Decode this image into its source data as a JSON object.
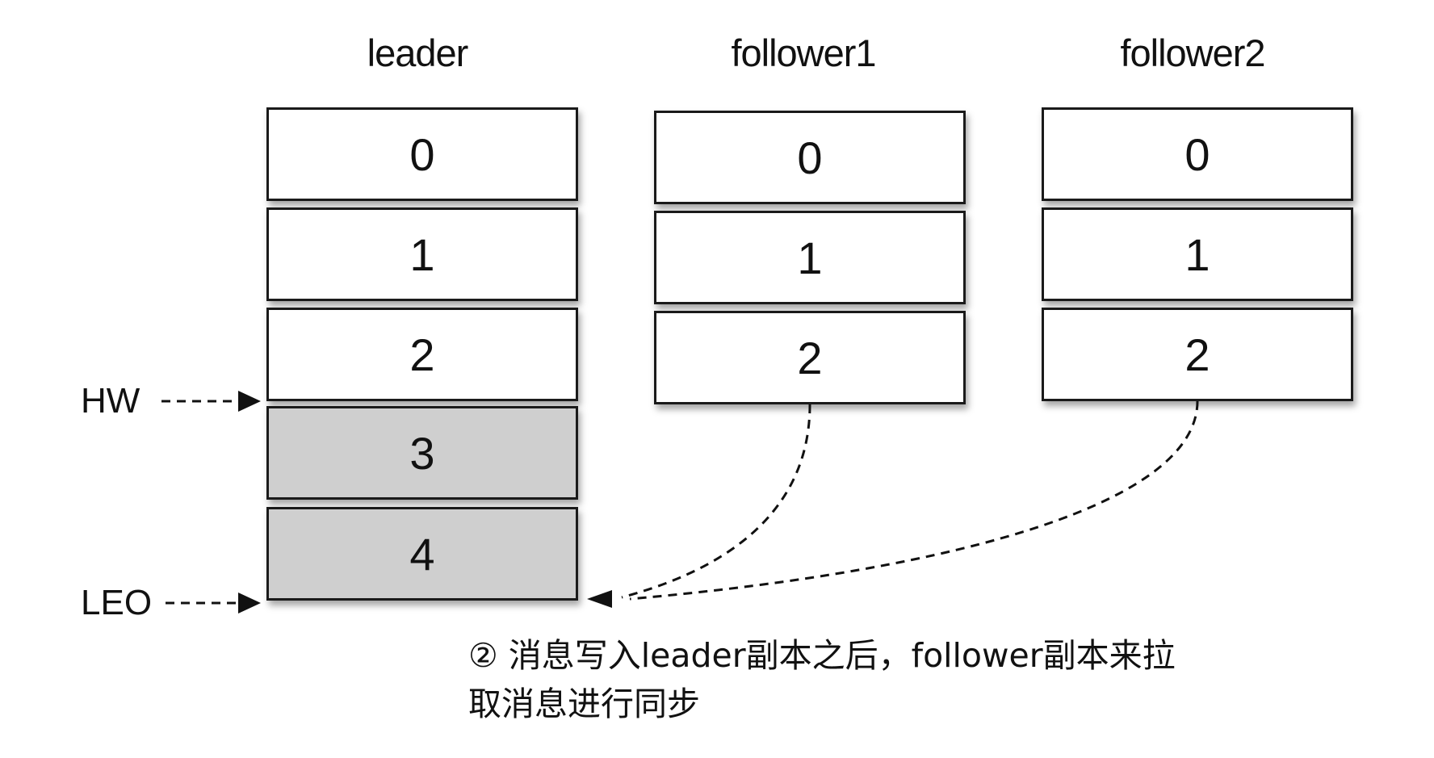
{
  "replicas": [
    {
      "name": "leader",
      "offsets": [
        "0",
        "1",
        "2",
        "3",
        "4"
      ],
      "pending": [
        false,
        false,
        false,
        true,
        true
      ]
    },
    {
      "name": "follower1",
      "offsets": [
        "0",
        "1",
        "2"
      ],
      "pending": [
        false,
        false,
        false
      ]
    },
    {
      "name": "follower2",
      "offsets": [
        "0",
        "1",
        "2"
      ],
      "pending": [
        false,
        false,
        false
      ]
    }
  ],
  "markers": {
    "hw": "HW",
    "leo": "LEO"
  },
  "caption": {
    "line1": "② 消息写入leader副本之后，follower副本来拉",
    "line2": "取消息进行同步"
  },
  "colors": {
    "border": "#1a1a1a",
    "pending_fill": "#cfcfcf",
    "cell_fill": "#ffffff"
  }
}
